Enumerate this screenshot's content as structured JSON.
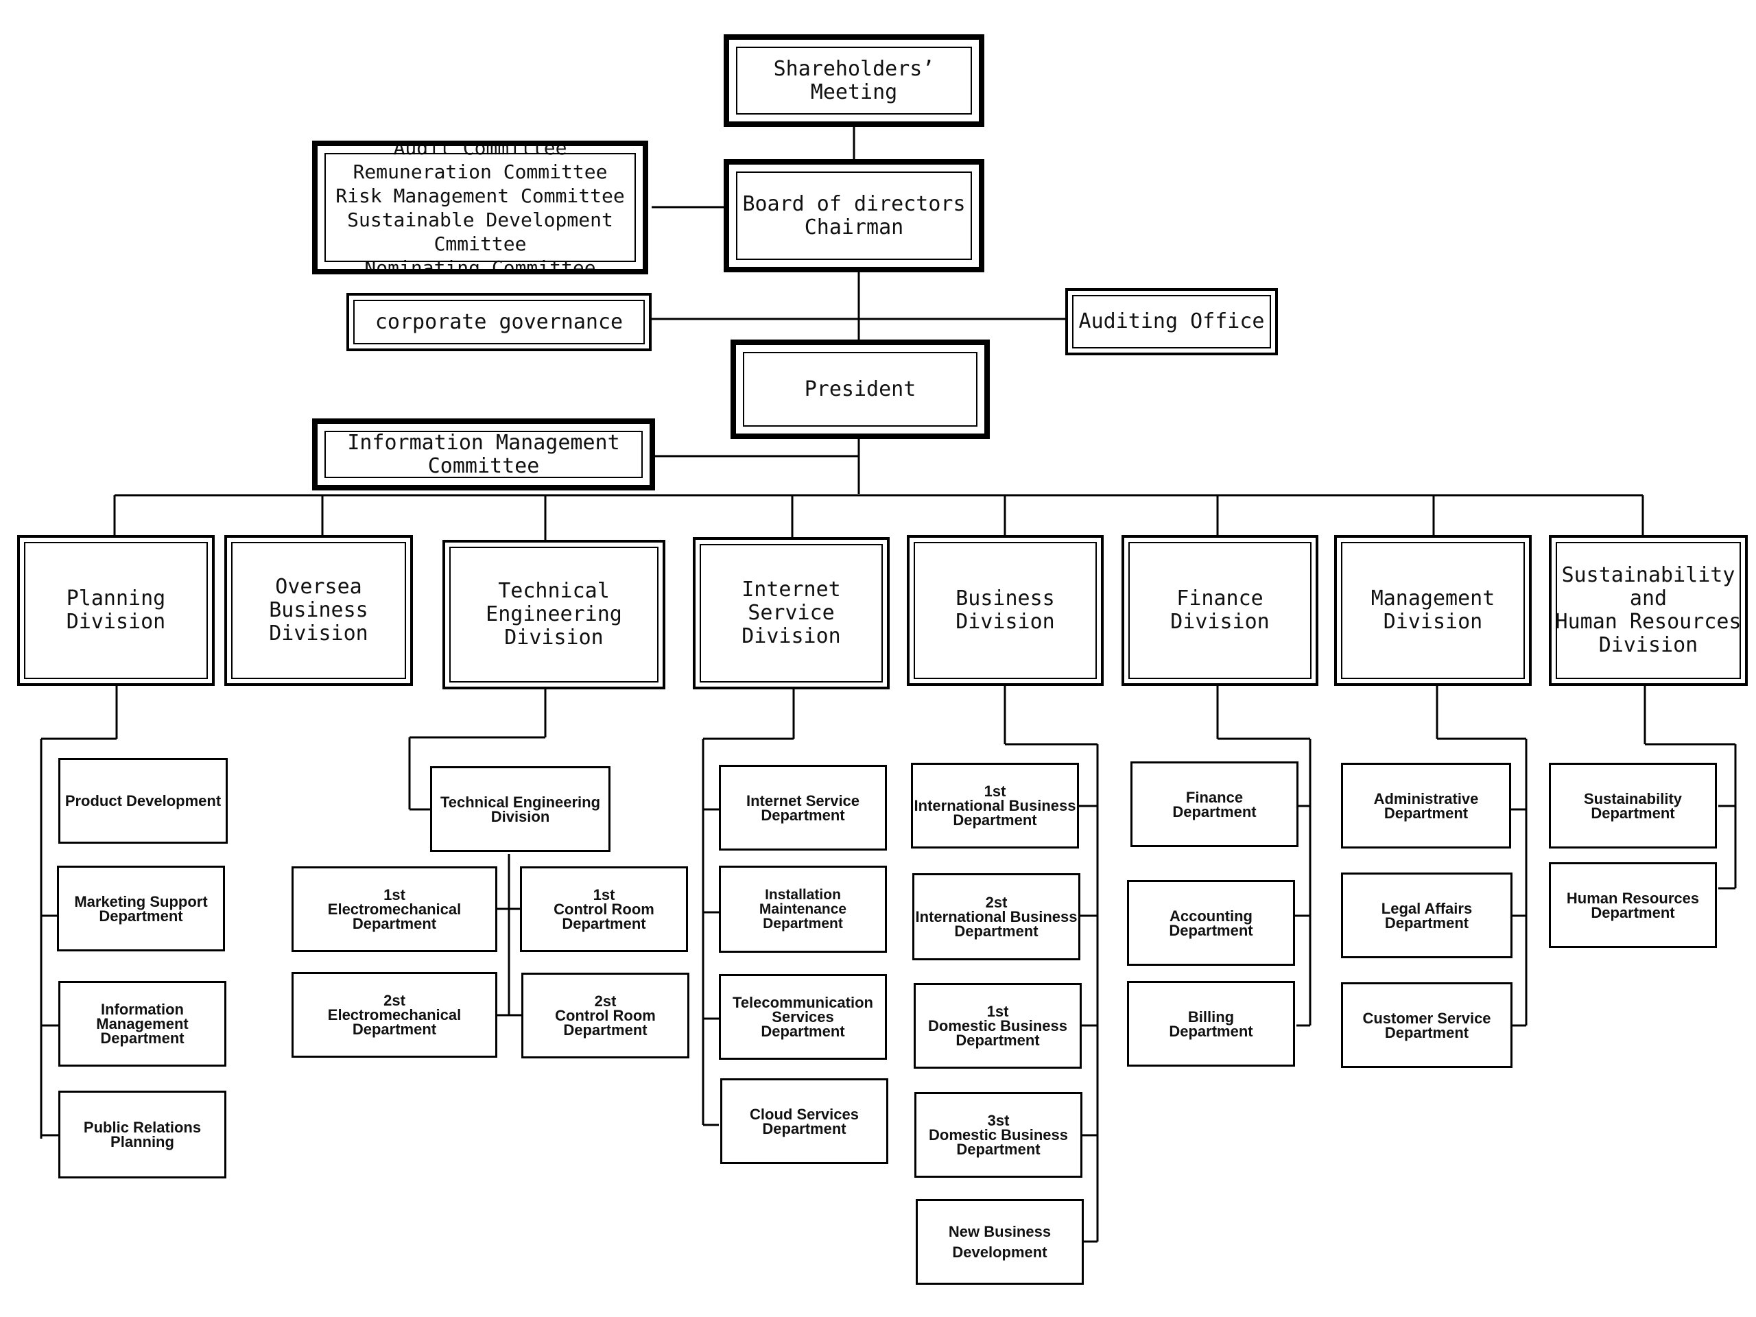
{
  "top": {
    "shareholders": "Shareholders’ Meeting",
    "board": "Board of directors\nChairman",
    "committees": "Audit Committee\nRemuneration Committee\nRisk Management Committee\nSustainable Development Cmmittee\nNominating Committee",
    "governance": "corporate governance",
    "auditing": "Auditing Office",
    "president": "President",
    "info_committee": "Information Management Committee"
  },
  "divisions": {
    "planning": "Planning Division",
    "oversea": "Oversea Business\nDivision",
    "technical": "Technical Engineering\nDivision",
    "internet": "Internet Service\nDivision",
    "business": "Business\nDivision",
    "finance": "Finance\nDivision",
    "management": "Management\nDivision",
    "sustainability": "Sustainability and\nHuman Resources\nDivision"
  },
  "planning_depts": [
    "Product Development",
    "Marketing Support\nDepartment",
    "Information\nManagement\nDepartment",
    "Public Relations\nPlanning"
  ],
  "technical_depts": {
    "main": "Technical Engineering\nDivision",
    "em1": "1st\nElectromechanical\nDepartment",
    "cr1": "1st\nControl Room\nDepartment",
    "em2": "2st\nElectromechanical\nDepartment",
    "cr2": "2st\nControl Room\nDepartment"
  },
  "internet_depts": [
    "Internet Service\nDepartment",
    "Installation Maintenance\nDepartment",
    "Telecommunication\nServices\nDepartment",
    "Cloud Services\nDepartment"
  ],
  "business_depts": [
    "1st\nInternational Business\nDepartment",
    "2st\nInternational Business\nDepartment",
    "1st\nDomestic Business\nDepartment",
    "3st\nDomestic Business\nDepartment",
    "New Business\nDevelopment"
  ],
  "finance_depts": [
    "Finance\nDepartment",
    "Accounting\nDepartment",
    "Billing\nDepartment"
  ],
  "management_depts": [
    "Administrative\nDepartment",
    "Legal Affairs\nDepartment",
    "Customer Service\nDepartment"
  ],
  "sustainability_depts": [
    "Sustainability\nDepartment",
    "Human Resources\nDepartment"
  ]
}
